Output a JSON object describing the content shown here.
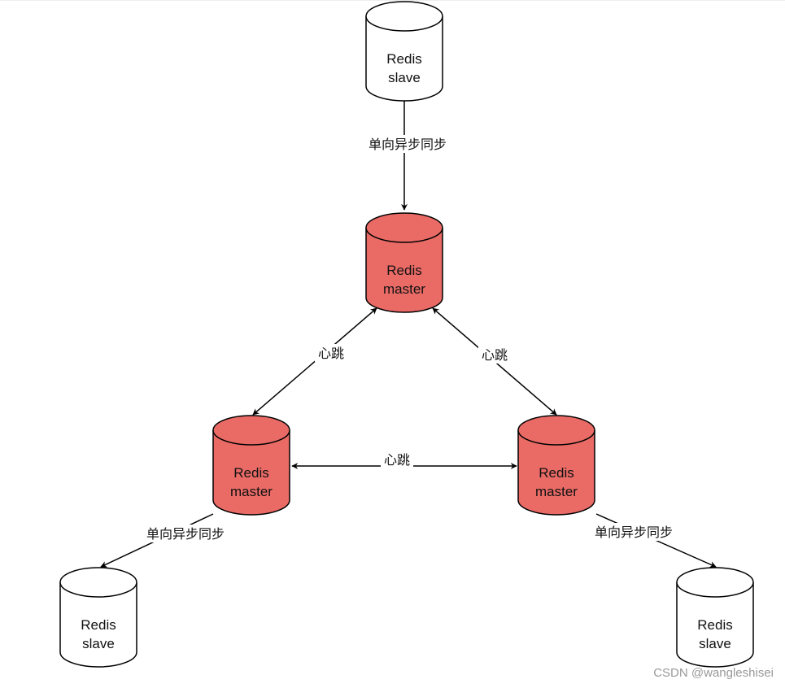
{
  "colors": {
    "master_fill": "#ea6b66",
    "slave_fill": "#ffffff",
    "stroke": "#000000"
  },
  "nodes": {
    "slave_top": {
      "line1": "Redis",
      "line2": "slave"
    },
    "master_top": {
      "line1": "Redis",
      "line2": "master"
    },
    "master_left": {
      "line1": "Redis",
      "line2": "master"
    },
    "master_right": {
      "line1": "Redis",
      "line2": "master"
    },
    "slave_left": {
      "line1": "Redis",
      "line2": "slave"
    },
    "slave_right": {
      "line1": "Redis",
      "line2": "slave"
    }
  },
  "edges": {
    "sync_top": "单向异步同步",
    "heartbeat_left": "心跳",
    "heartbeat_right": "心跳",
    "heartbeat_mid": "心跳",
    "sync_left": "单向异步同步",
    "sync_right": "单向异步同步"
  },
  "watermark": "CSDN @wangleshisei"
}
